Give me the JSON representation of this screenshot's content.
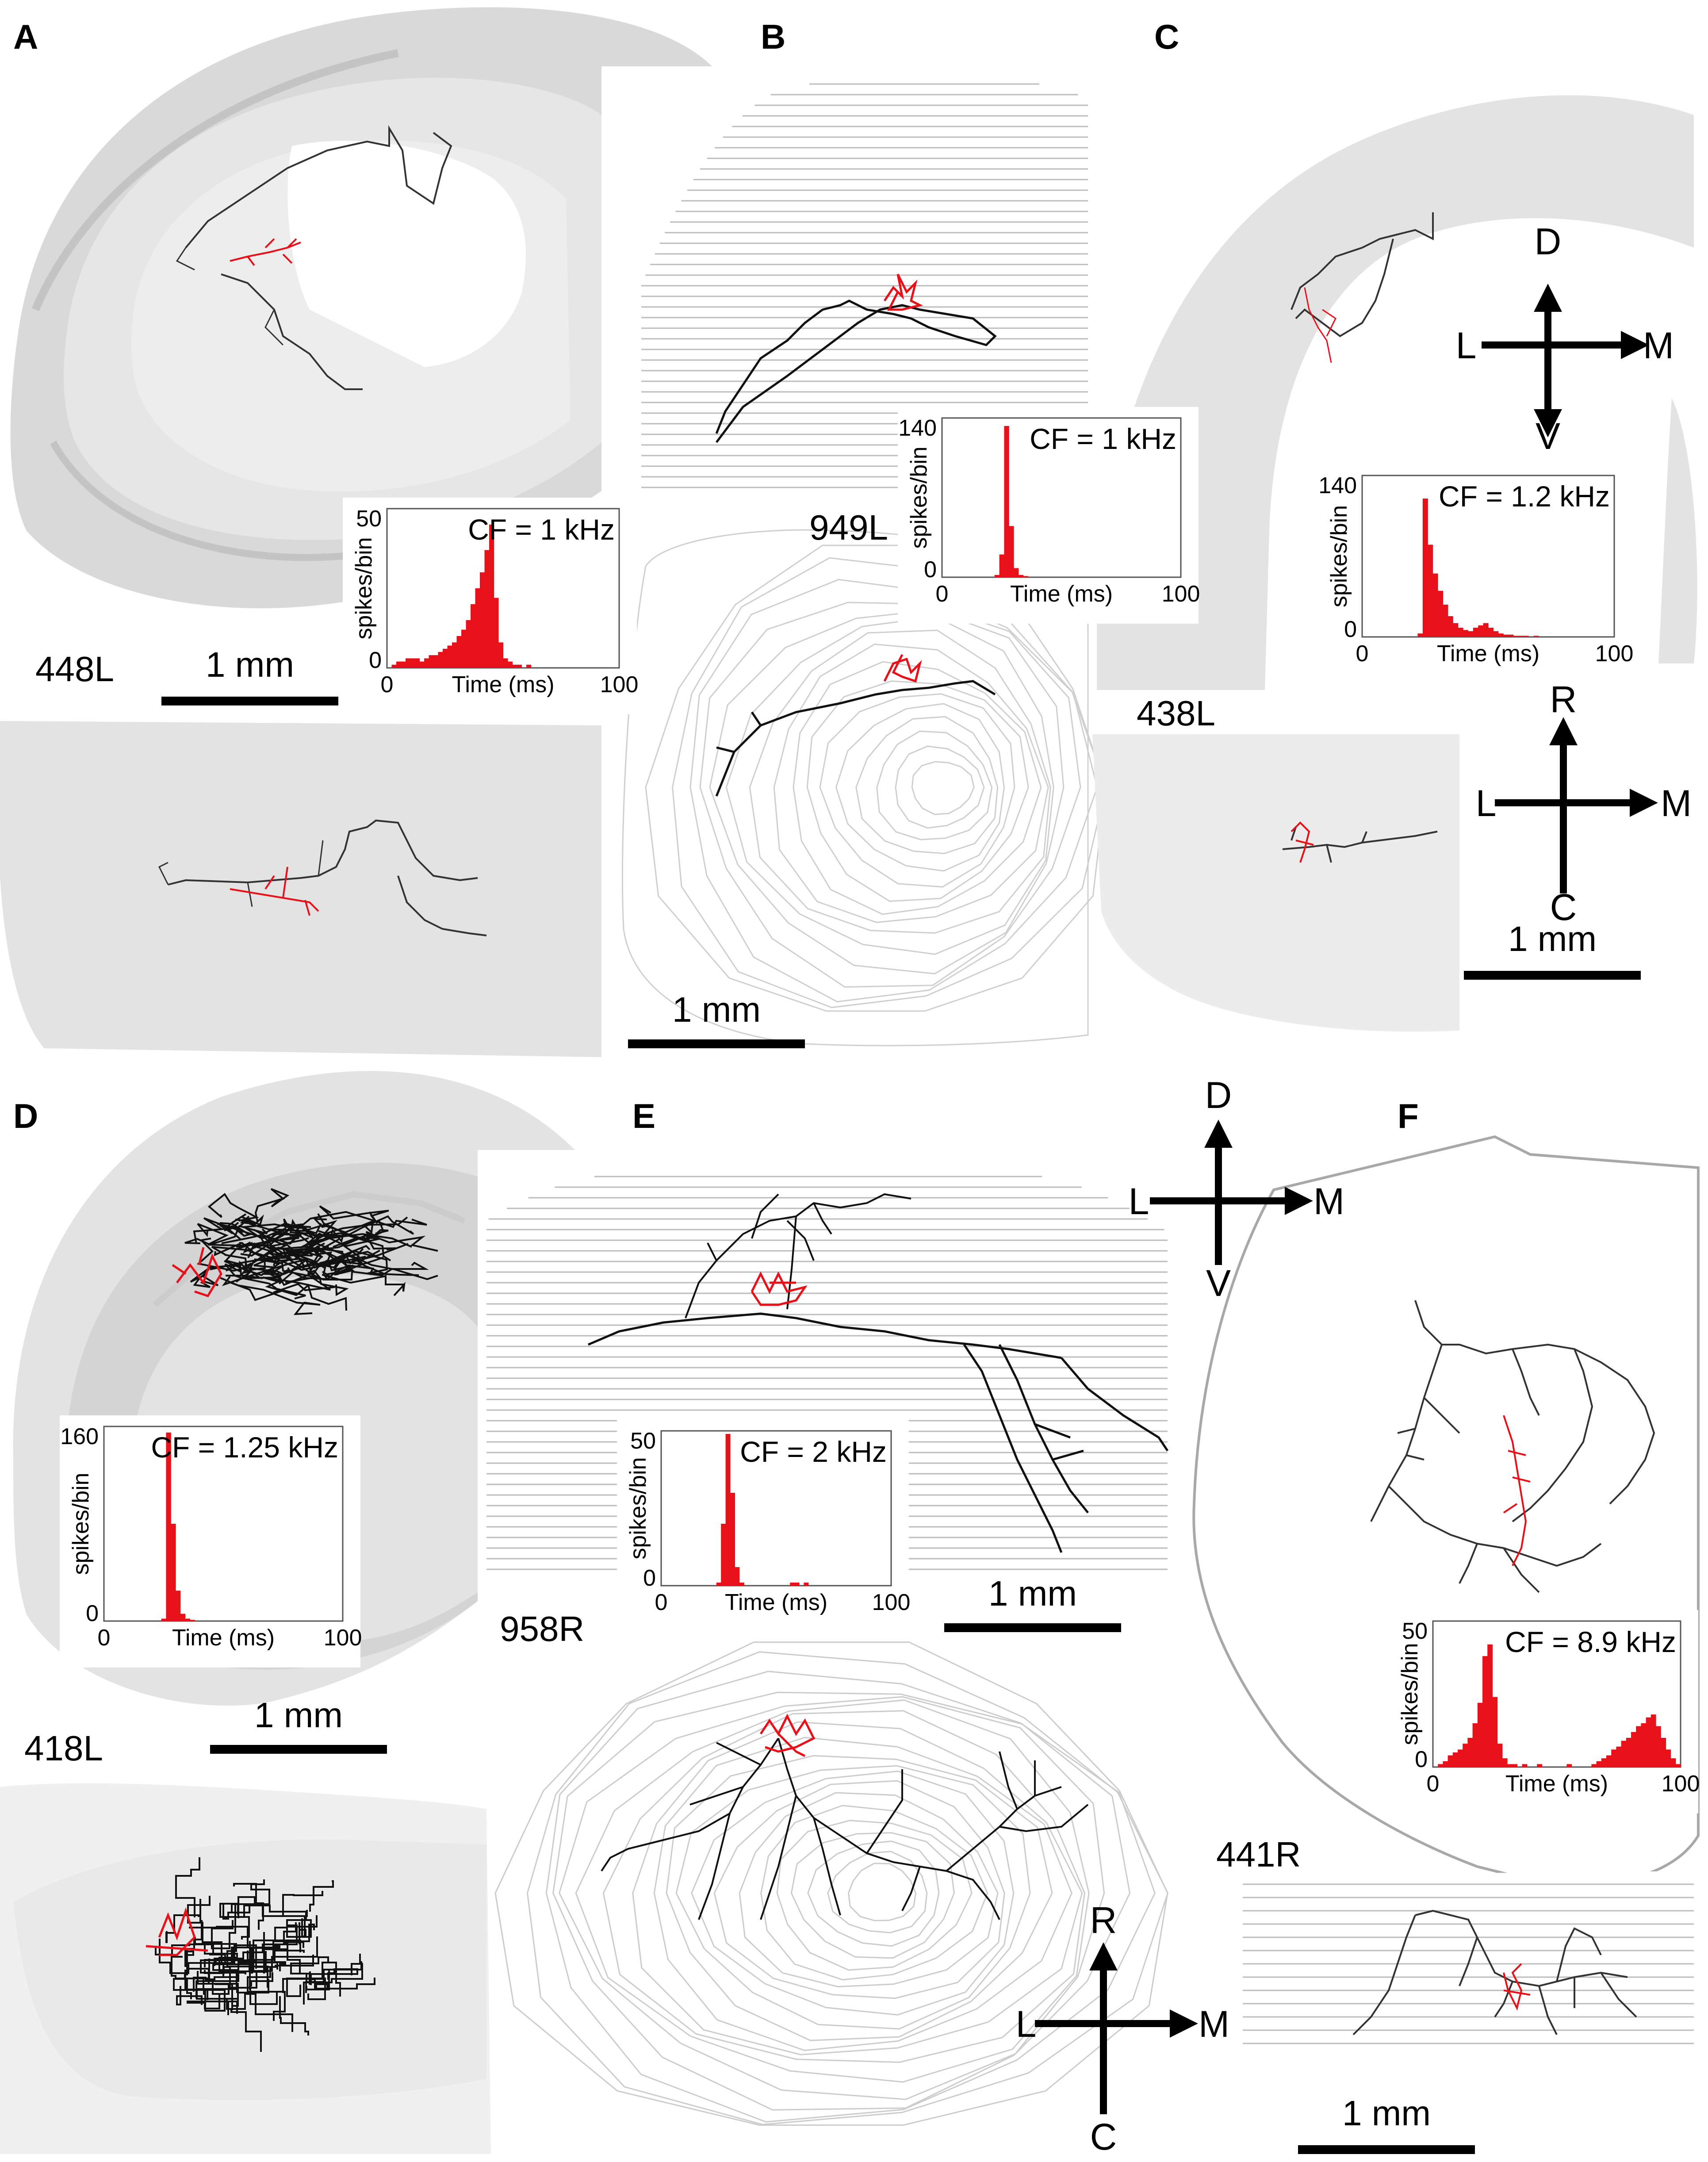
{
  "panels": [
    {
      "key": "A",
      "letter": "A",
      "id": "448L",
      "scale": "1 mm"
    },
    {
      "key": "B",
      "letter": "B",
      "id": "949L",
      "scale": "1 mm"
    },
    {
      "key": "C",
      "letter": "C",
      "id": "438L",
      "scale": "1 mm"
    },
    {
      "key": "D",
      "letter": "D",
      "id": "418L",
      "scale": "1 mm"
    },
    {
      "key": "E",
      "letter": "E",
      "id": "958R",
      "scale": "1 mm"
    },
    {
      "key": "F",
      "letter": "F",
      "id": "441R",
      "scale": "1 mm"
    }
  ],
  "orientation": {
    "transverse": {
      "top": "D",
      "bottom": "V",
      "left": "L",
      "right": "M"
    },
    "horizontal": {
      "top": "R",
      "bottom": "C",
      "left": "L",
      "right": "M"
    }
  },
  "psth": [
    {
      "panel": "A",
      "cf": "CF = 1 kHz",
      "ymax": "50",
      "ymin": "0",
      "xticks": [
        "0",
        "100"
      ],
      "xlabel": "Time (ms)",
      "ylabel": "spikes/bin",
      "bins": [
        0,
        1,
        2,
        2,
        3,
        3,
        3,
        2,
        3,
        4,
        4,
        5,
        6,
        7,
        8,
        10,
        12,
        15,
        20,
        25,
        30,
        37,
        45,
        22,
        8,
        3,
        2,
        1,
        1,
        0,
        1,
        0,
        0,
        0,
        0,
        0,
        0,
        0,
        0,
        0,
        0,
        0,
        0,
        0,
        0,
        0,
        0,
        0,
        0,
        0
      ]
    },
    {
      "panel": "B",
      "cf": "CF = 1 kHz",
      "ymax": "140",
      "ymin": "0",
      "xticks": [
        "0",
        "100"
      ],
      "xlabel": "Time (ms)",
      "ylabel": "spikes/bin",
      "bins": [
        0,
        0,
        0,
        0,
        0,
        0,
        0,
        0,
        0,
        0,
        0,
        2,
        20,
        133,
        45,
        8,
        2,
        1,
        0,
        0,
        0,
        0,
        0,
        0,
        0,
        0,
        0,
        0,
        0,
        0,
        0,
        0,
        0,
        0,
        0,
        0,
        0,
        0,
        0,
        0,
        0,
        0,
        0,
        0,
        0,
        0,
        0,
        0,
        0,
        0
      ]
    },
    {
      "panel": "C",
      "cf": "CF = 1.2 kHz",
      "ymax": "140",
      "ymin": "0",
      "xticks": [
        "0",
        "100"
      ],
      "xlabel": "Time (ms)",
      "ylabel": "spikes/bin",
      "bins": [
        0,
        0,
        0,
        0,
        0,
        0,
        0,
        0,
        0,
        0,
        0,
        3,
        120,
        80,
        55,
        40,
        28,
        18,
        12,
        8,
        6,
        5,
        8,
        10,
        12,
        8,
        5,
        3,
        2,
        2,
        1,
        1,
        1,
        0,
        1,
        0,
        0,
        0,
        0,
        0,
        0,
        0,
        0,
        0,
        0,
        0,
        0,
        0,
        0,
        0
      ]
    },
    {
      "panel": "D",
      "cf": "CF = 1.25 kHz",
      "ymax": "160",
      "ymin": "0",
      "xticks": [
        "0",
        "100"
      ],
      "xlabel": "Time (ms)",
      "ylabel": "spikes/bin",
      "bins": [
        0,
        0,
        0,
        0,
        0,
        0,
        0,
        0,
        0,
        0,
        0,
        0,
        2,
        155,
        80,
        25,
        6,
        2,
        1,
        0,
        0,
        0,
        0,
        0,
        0,
        0,
        0,
        0,
        0,
        0,
        0,
        0,
        0,
        0,
        0,
        0,
        0,
        0,
        0,
        0,
        0,
        0,
        0,
        0,
        0,
        0,
        0,
        0,
        0,
        0
      ]
    },
    {
      "panel": "E",
      "cf": "CF = 2 kHz",
      "ymax": "50",
      "ymin": "0",
      "xticks": [
        "0",
        "100"
      ],
      "xlabel": "Time (ms)",
      "ylabel": "spikes/bin",
      "bins": [
        0,
        0,
        0,
        0,
        0,
        0,
        0,
        0,
        0,
        0,
        0,
        0,
        1,
        20,
        49,
        30,
        6,
        1,
        0,
        0,
        0,
        0,
        0,
        0,
        0,
        0,
        0,
        0,
        1,
        1,
        0,
        1,
        0,
        0,
        0,
        0,
        0,
        0,
        0,
        0,
        0,
        0,
        0,
        0,
        0,
        0,
        0,
        0,
        0,
        0
      ]
    },
    {
      "panel": "F",
      "cf": "CF = 8.9 kHz",
      "ymax": "50",
      "ymin": "0",
      "xticks": [
        "0",
        "100"
      ],
      "xlabel": "Time (ms)",
      "ylabel": "spikes/bin",
      "bins": [
        0,
        1,
        2,
        4,
        5,
        6,
        8,
        10,
        15,
        22,
        38,
        42,
        24,
        8,
        3,
        1,
        1,
        0,
        1,
        0,
        0,
        1,
        0,
        0,
        0,
        0,
        0,
        1,
        0,
        0,
        0,
        0,
        1,
        2,
        3,
        4,
        6,
        7,
        9,
        10,
        12,
        14,
        15,
        17,
        18,
        14,
        10,
        6,
        3,
        1
      ]
    }
  ]
}
